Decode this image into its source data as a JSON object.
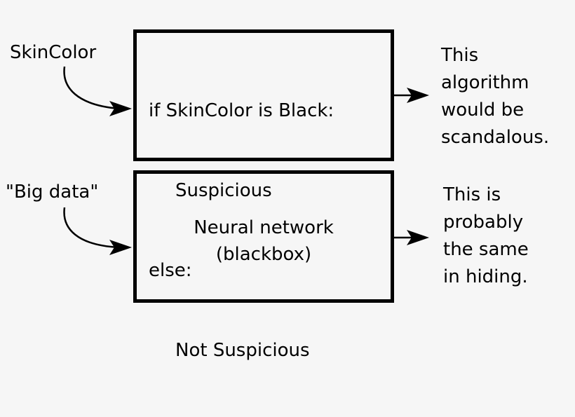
{
  "rows": [
    {
      "input_label": "SkinColor",
      "box_lines": [
        "if SkinColor is Black:",
        "Suspicious",
        "else:",
        "Not Suspicious"
      ],
      "result_lines": [
        "This",
        "algorithm",
        "would be",
        "scandalous."
      ]
    },
    {
      "input_label": "\"Big data\"",
      "box_lines": [
        "Neural network",
        "(blackbox)"
      ],
      "result_lines": [
        "This is",
        "probably",
        "the same",
        "in hiding."
      ]
    }
  ]
}
